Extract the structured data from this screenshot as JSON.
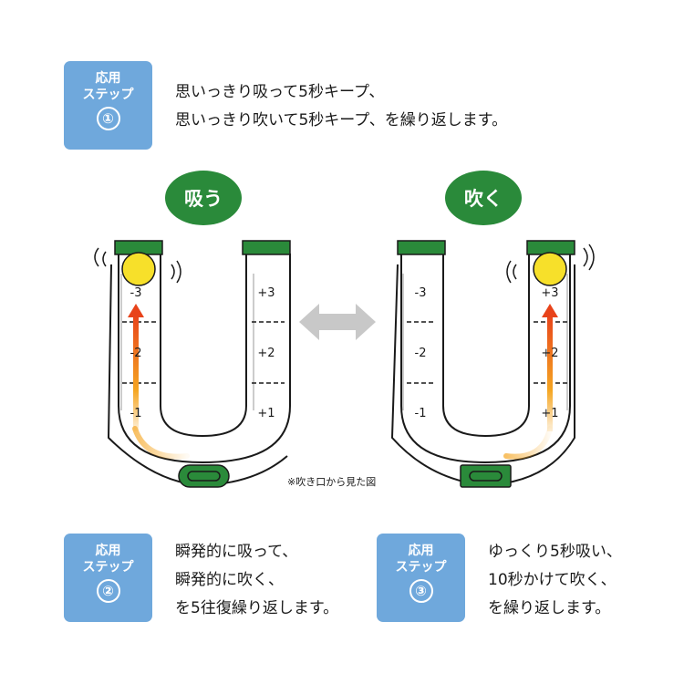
{
  "step1": {
    "badge_line1": "応用",
    "badge_line2": "ステップ",
    "badge_number": "①",
    "lines": [
      "思いっきり吸って5秒キープ、",
      "思いっきり吹いて5秒キープ、を繰り返します。"
    ]
  },
  "step2": {
    "badge_line1": "応用",
    "badge_line2": "ステップ",
    "badge_number": "②",
    "lines": [
      "瞬発的に吸って、",
      "瞬発的に吹く、",
      "を5往復繰り返します。"
    ]
  },
  "step3": {
    "badge_line1": "応用",
    "badge_line2": "ステップ",
    "badge_number": "③",
    "lines": [
      "ゆっくり5秒吸い、",
      "10秒かけて吹く、",
      "を繰り返します。"
    ]
  },
  "inhale": {
    "label": "吸う",
    "left_scale": [
      "-3",
      "-2",
      "-1"
    ],
    "right_scale": [
      "+3",
      "+2",
      "+1"
    ]
  },
  "exhale": {
    "label": "吹く",
    "left_scale": [
      "-3",
      "-2",
      "-1"
    ],
    "right_scale": [
      "+3",
      "+2",
      "+1"
    ]
  },
  "note": "※吹き口から見た図",
  "colors": {
    "badge_blue": "#6fa8dc",
    "green": "#2a8a3a",
    "ball_yellow": "#f7e02a",
    "arrow_red": "#e8431a",
    "arrow_orange": "#f5a623",
    "double_arrow_gray": "#c8c8c8"
  }
}
